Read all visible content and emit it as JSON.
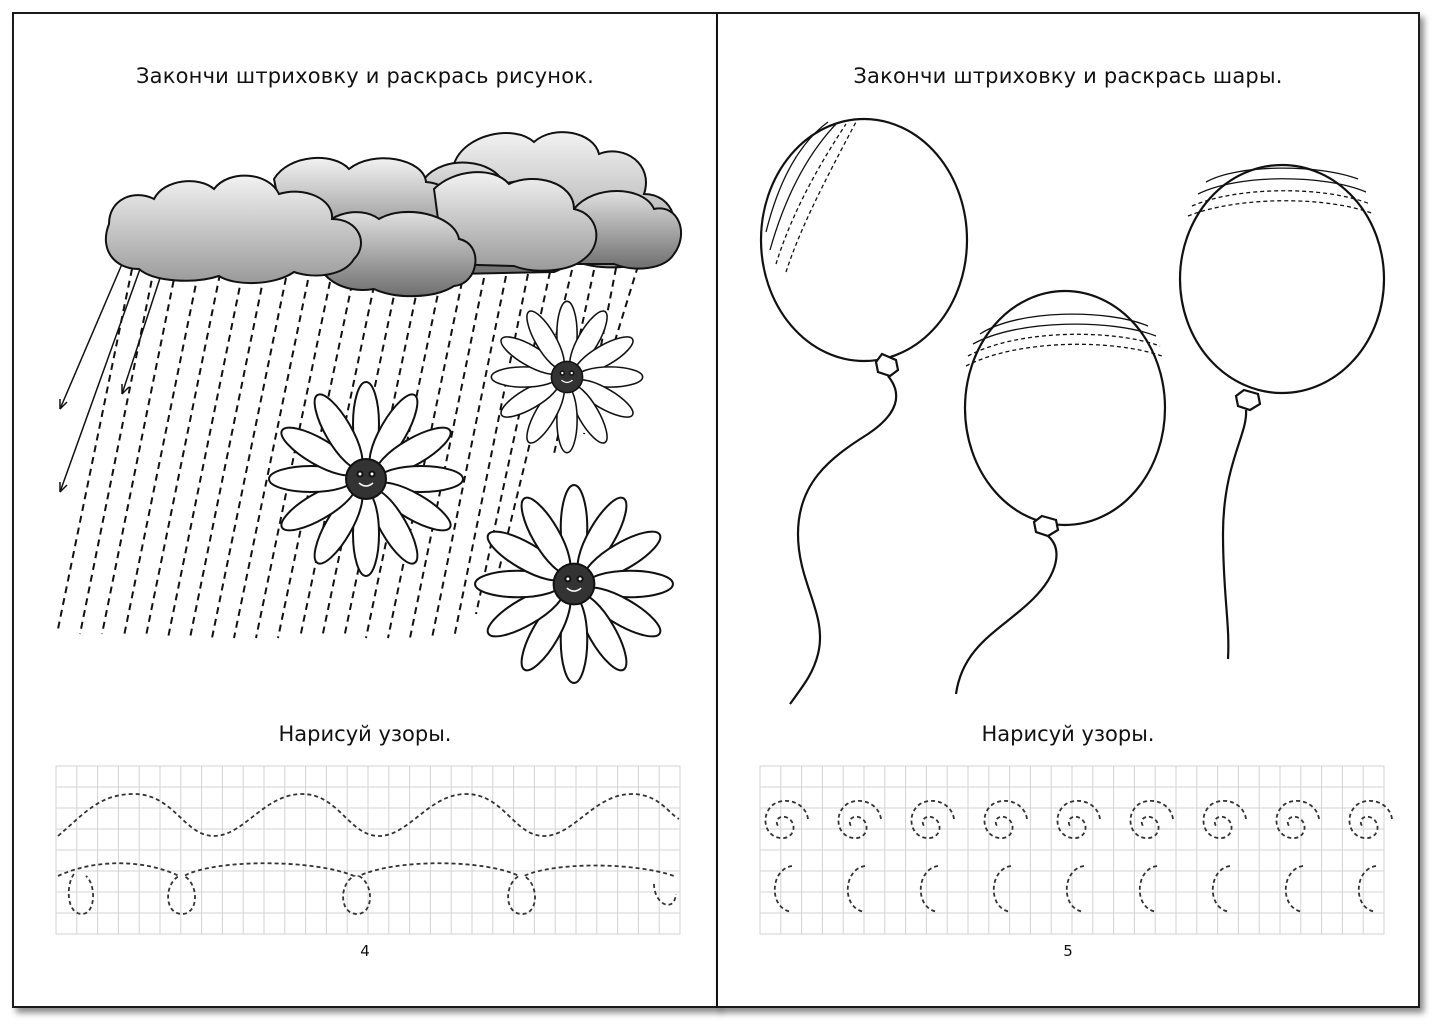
{
  "left_page": {
    "title": "Закончи штриховку и раскрась рисунок.",
    "subtitle": "Нарисуй узоры.",
    "page_number": "4",
    "illustration": [
      "cloud-icon",
      "rain-lines",
      "daisy-icon"
    ]
  },
  "right_page": {
    "title": "Закончи штриховку и раскрась шары.",
    "subtitle": "Нарисуй узоры.",
    "page_number": "5",
    "illustration": [
      "balloon-icon"
    ]
  },
  "colors": {
    "ink": "#111111",
    "grid": "#cfcfcf",
    "cloud_light": "#dcdcdc",
    "cloud_dark": "#8c8c8c"
  }
}
